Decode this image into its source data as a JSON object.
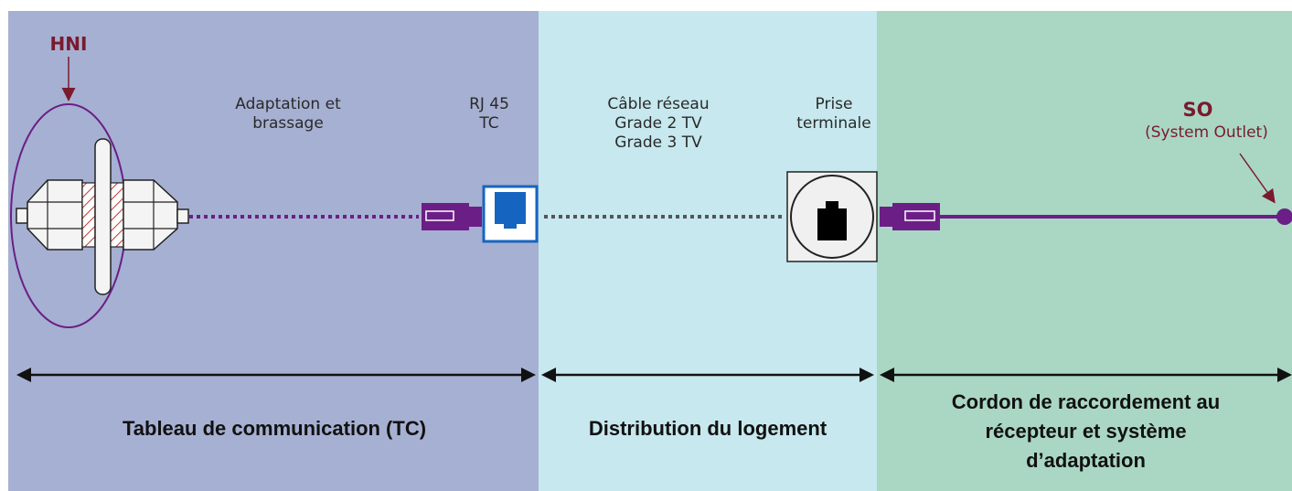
{
  "labels": {
    "hni": "HNI",
    "adaptation": "Adaptation et\nbrassage",
    "rj45": "RJ 45\nTC",
    "cable": "Câble réseau\nGrade 2 TV\nGrade 3 TV",
    "prise": "Prise\nterminale",
    "so": "SO",
    "so_sub": "(System Outlet)"
  },
  "zones": {
    "tc": "Tableau de communication (TC)",
    "distribution": "Distribution du logement",
    "cordon": "Cordon de raccordement au\nrécepteur et système\nd’adaptation"
  },
  "colors": {
    "tc_zone": "#a6b0d2",
    "distribution_zone": "#c6e8ee",
    "cordon_zone": "#a9d7c3",
    "purple": "#6b1f86",
    "maroon": "#7a1a2e",
    "rj45_blue": "#1565c0"
  }
}
